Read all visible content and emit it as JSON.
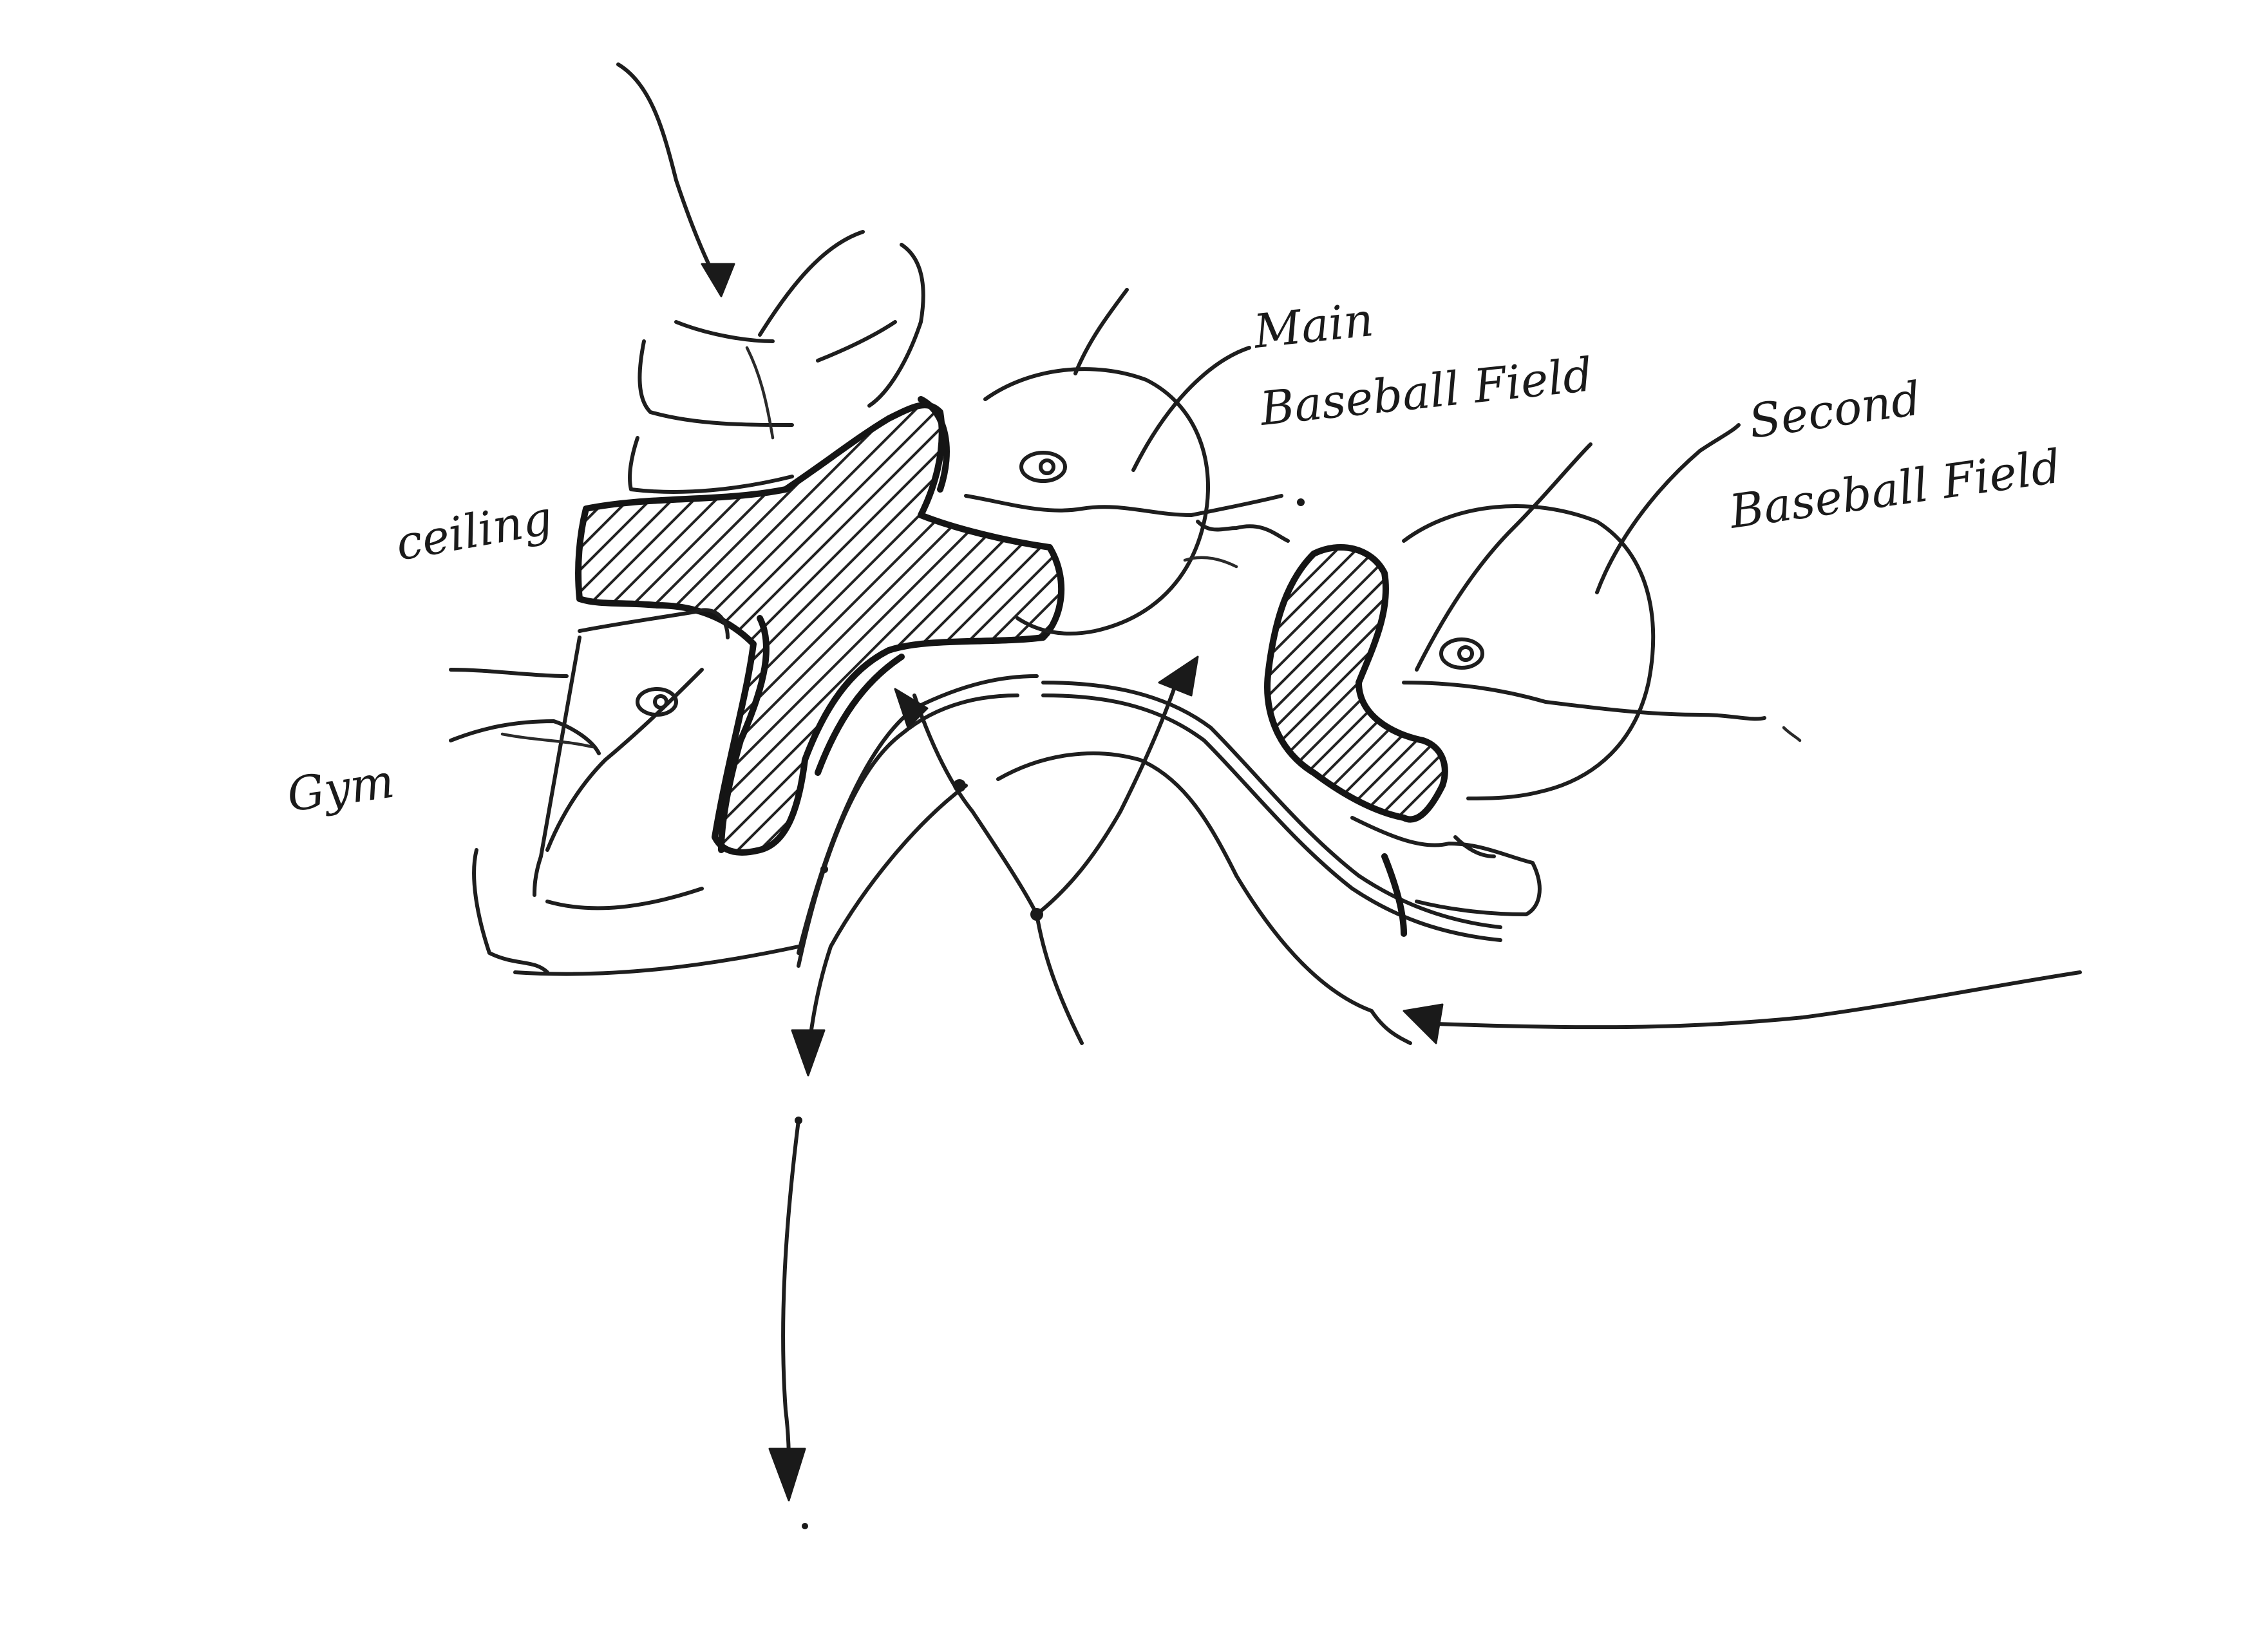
{
  "labels": {
    "ceiling": "ceiling",
    "gym": "Gym",
    "main_field": {
      "line1": "Main",
      "line2": "Baseball Field"
    },
    "second_field": {
      "line1": "Second",
      "line2": "Baseball Field"
    }
  },
  "icons": {
    "viewpoints": [
      "eye-icon",
      "eye-icon",
      "eye-icon"
    ],
    "arrows": [
      "arrow-head-icon"
    ]
  },
  "colors": {
    "ink": "#1e1e1e",
    "paper": "#ffffff"
  }
}
